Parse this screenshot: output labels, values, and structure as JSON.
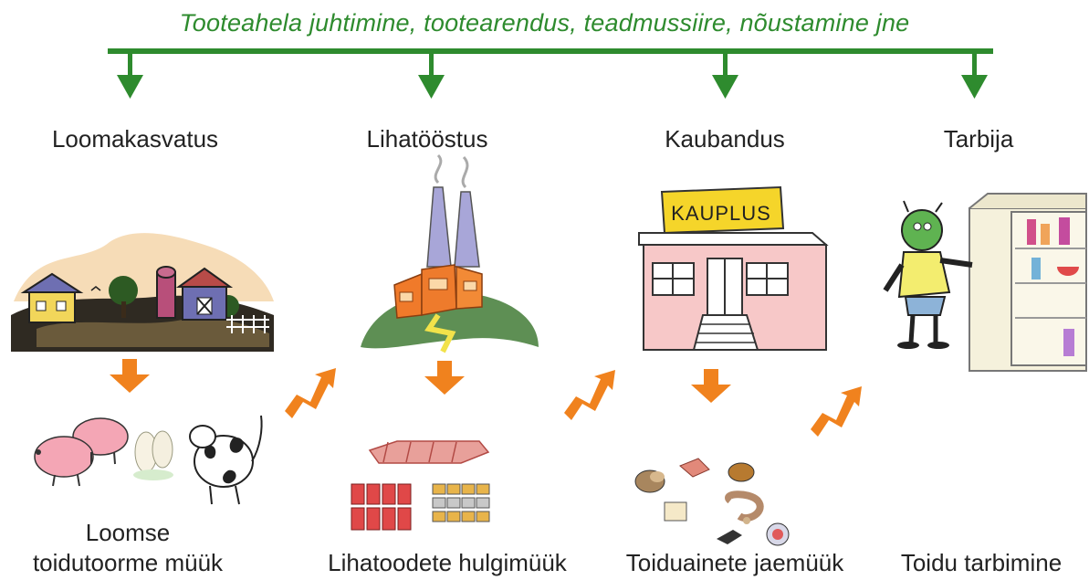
{
  "header": {
    "text": "Tooteahela juhtimine, tootearendus, teadmussiire, nõustamine  jne",
    "color": "#2e8b2e"
  },
  "stages": [
    {
      "title": "Loomakasvatus",
      "output_line1": "Loomse",
      "output_line2": "toidutoorme müük",
      "illustration": "farm-illustration",
      "product": "livestock-illustration"
    },
    {
      "title": "Lihatööstus",
      "output_line1": "",
      "output_line2": "Lihatoodete hulgimüük",
      "illustration": "factory-illustration",
      "product": "meat-products-illustration"
    },
    {
      "title": "Kaubandus",
      "output_line1": "",
      "output_line2": "Toiduainete jaemüük",
      "illustration": "shop-illustration",
      "product": "groceries-illustration",
      "shop_sign": "KAUPLUS"
    },
    {
      "title": "Tarbija",
      "output_line1": "",
      "output_line2": "Toidu tarbimine",
      "illustration": "consumer-fridge-illustration",
      "product": ""
    }
  ],
  "colors": {
    "green_bar": "#2e8b2e",
    "orange_arrow": "#f0821e"
  }
}
